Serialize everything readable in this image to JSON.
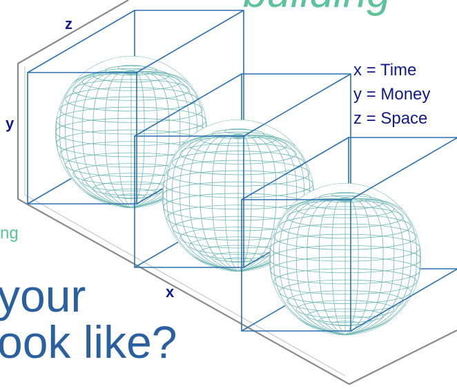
{
  "heading_top": "building",
  "side_word": "ng",
  "question_line1": "your",
  "question_line2": "ook like?",
  "axes": {
    "x": "x",
    "y": "y",
    "z": "z"
  },
  "legend": [
    "x = Time",
    "y = Money",
    "z = Space"
  ],
  "colors": {
    "cube": "#2a6fb0",
    "sphere": "#6fb7b5",
    "platform": "#8a8a8a",
    "heading": "#5cc29a",
    "question": "#2a5fa0",
    "axis_label": "#111a8c"
  },
  "icons": [
    "cube-icon",
    "globe-icon"
  ]
}
